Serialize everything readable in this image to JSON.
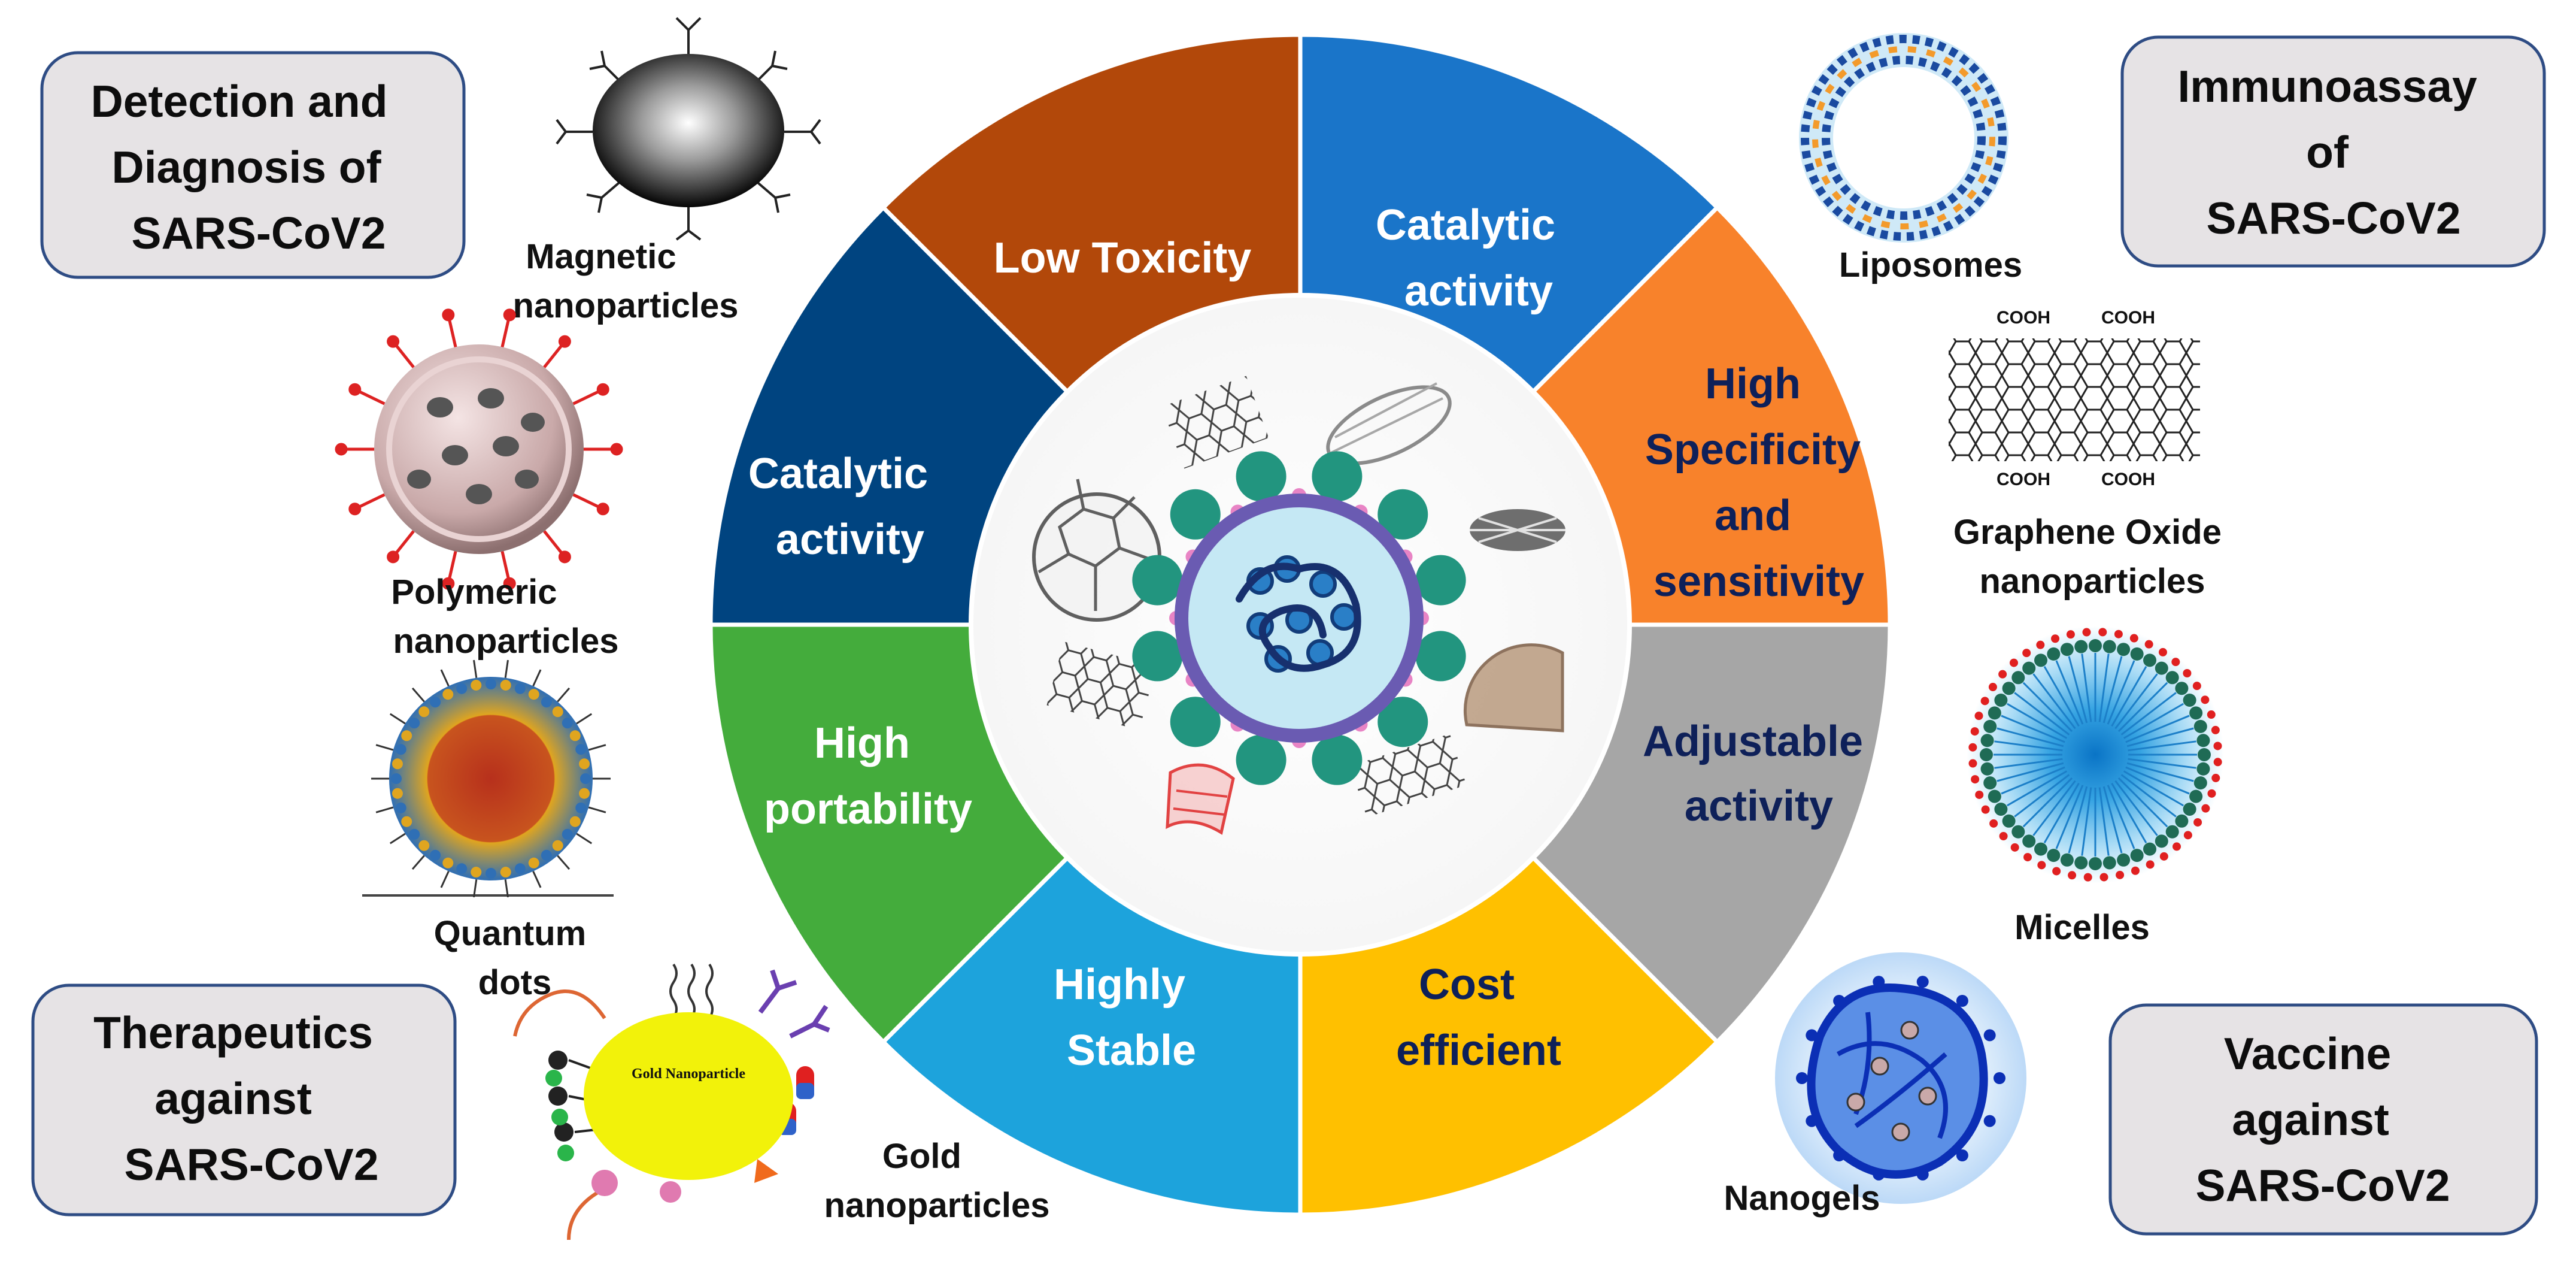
{
  "colors": {
    "seg_low_toxicity": "#B2480A",
    "seg_catalytic_right": "#1A75C9",
    "seg_high_specificity": "#F8822B",
    "seg_adjustable": "#A6A6A6",
    "seg_cost": "#FFC000",
    "seg_highly_stable": "#1DA3DC",
    "seg_portability": "#44AC3C",
    "seg_catalytic_left": "#004480",
    "text_white": "#FFFFFF",
    "text_navy": "#0E2059",
    "box_fill": "#E6E3E5",
    "box_border": "#2E4C84"
  },
  "corner_boxes": {
    "detection": [
      "Detection and",
      "Diagnosis of",
      "SARS-CoV2"
    ],
    "immunoassay": [
      "Immunoassay",
      "of",
      "SARS-CoV2"
    ],
    "therapeutics": [
      "Therapeutics",
      "against",
      "SARS-CoV2"
    ],
    "vaccine": [
      "Vaccine",
      "against",
      "SARS-CoV2"
    ]
  },
  "segments": {
    "low_toxicity": [
      "Low Toxicity"
    ],
    "catalytic_right": [
      "Catalytic",
      "activity"
    ],
    "high_specificity": [
      "High",
      "Specificity",
      "and",
      "sensitivity"
    ],
    "adjustable": [
      "Adjustable",
      "activity"
    ],
    "cost": [
      "Cost",
      "efficient"
    ],
    "highly_stable": [
      "Highly",
      "Stable"
    ],
    "portability": [
      "High",
      "portability"
    ],
    "catalytic_left": [
      "Catalytic",
      "activity"
    ]
  },
  "nanoparticles": {
    "magnetic": [
      "Magnetic",
      "nanoparticles"
    ],
    "polymeric": [
      "Polymeric",
      "nanoparticles"
    ],
    "quantum": [
      "Quantum",
      "dots"
    ],
    "gold": [
      "Gold",
      "nanoparticles"
    ],
    "gold_core_label": "Gold Nanoparticle",
    "liposomes": [
      "Liposomes"
    ],
    "graphene": [
      "Graphene Oxide",
      "nanoparticles"
    ],
    "graphene_cooh": "COOH",
    "micelles": [
      "Micelles"
    ],
    "nanogels": [
      "Nanogels"
    ]
  },
  "icons": {
    "center": "virus-with-nanomaterials-icon",
    "magnetic": "magnetic-nanoparticle-icon",
    "polymeric": "polymeric-nanoparticle-icon",
    "quantum": "quantum-dot-icon",
    "gold": "gold-nanoparticle-icon",
    "liposomes": "liposome-icon",
    "graphene": "graphene-oxide-icon",
    "micelles": "micelle-icon",
    "nanogels": "nanogel-icon"
  }
}
